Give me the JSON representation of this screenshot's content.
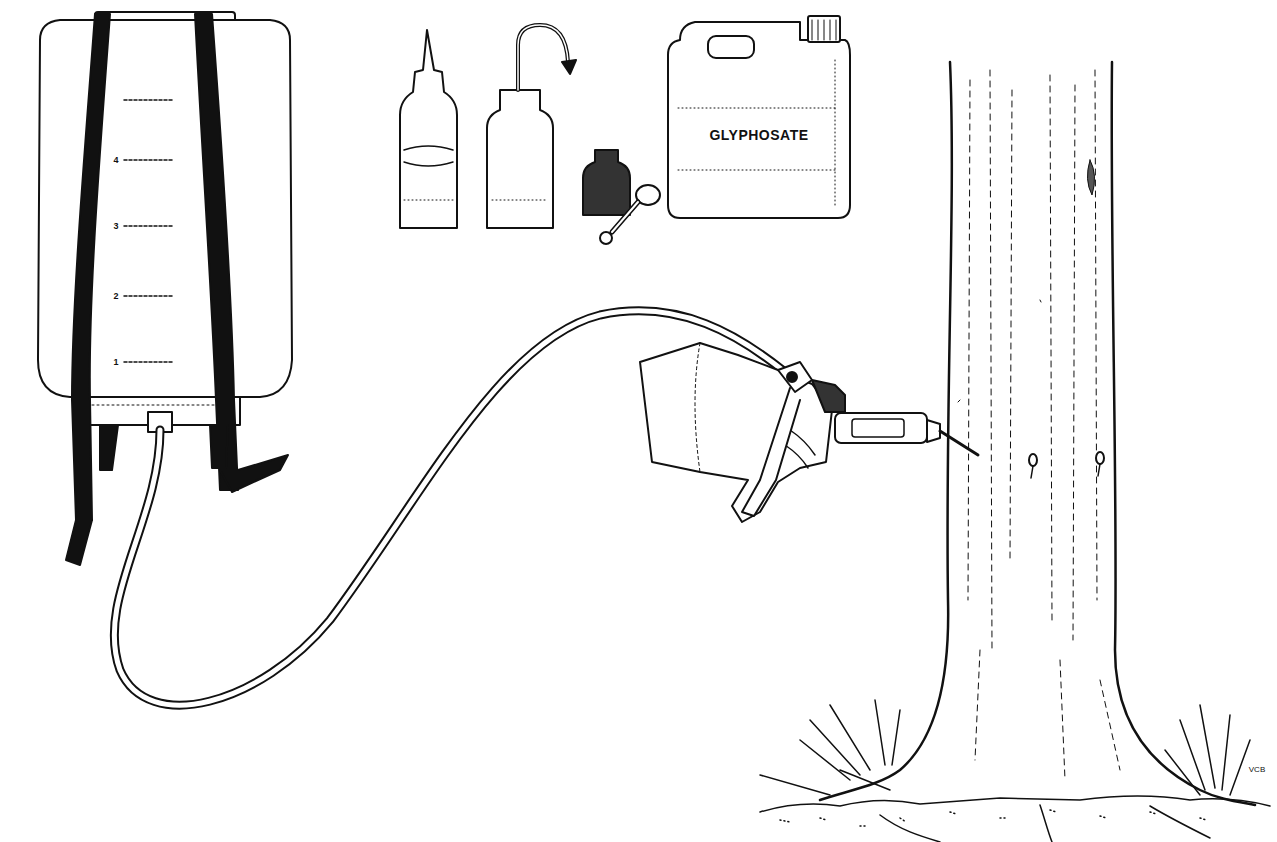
{
  "diagram": {
    "labels": [
      "GLYPHOSATE",
      "4",
      "3",
      "2",
      "1",
      "VCB"
    ]
  }
}
